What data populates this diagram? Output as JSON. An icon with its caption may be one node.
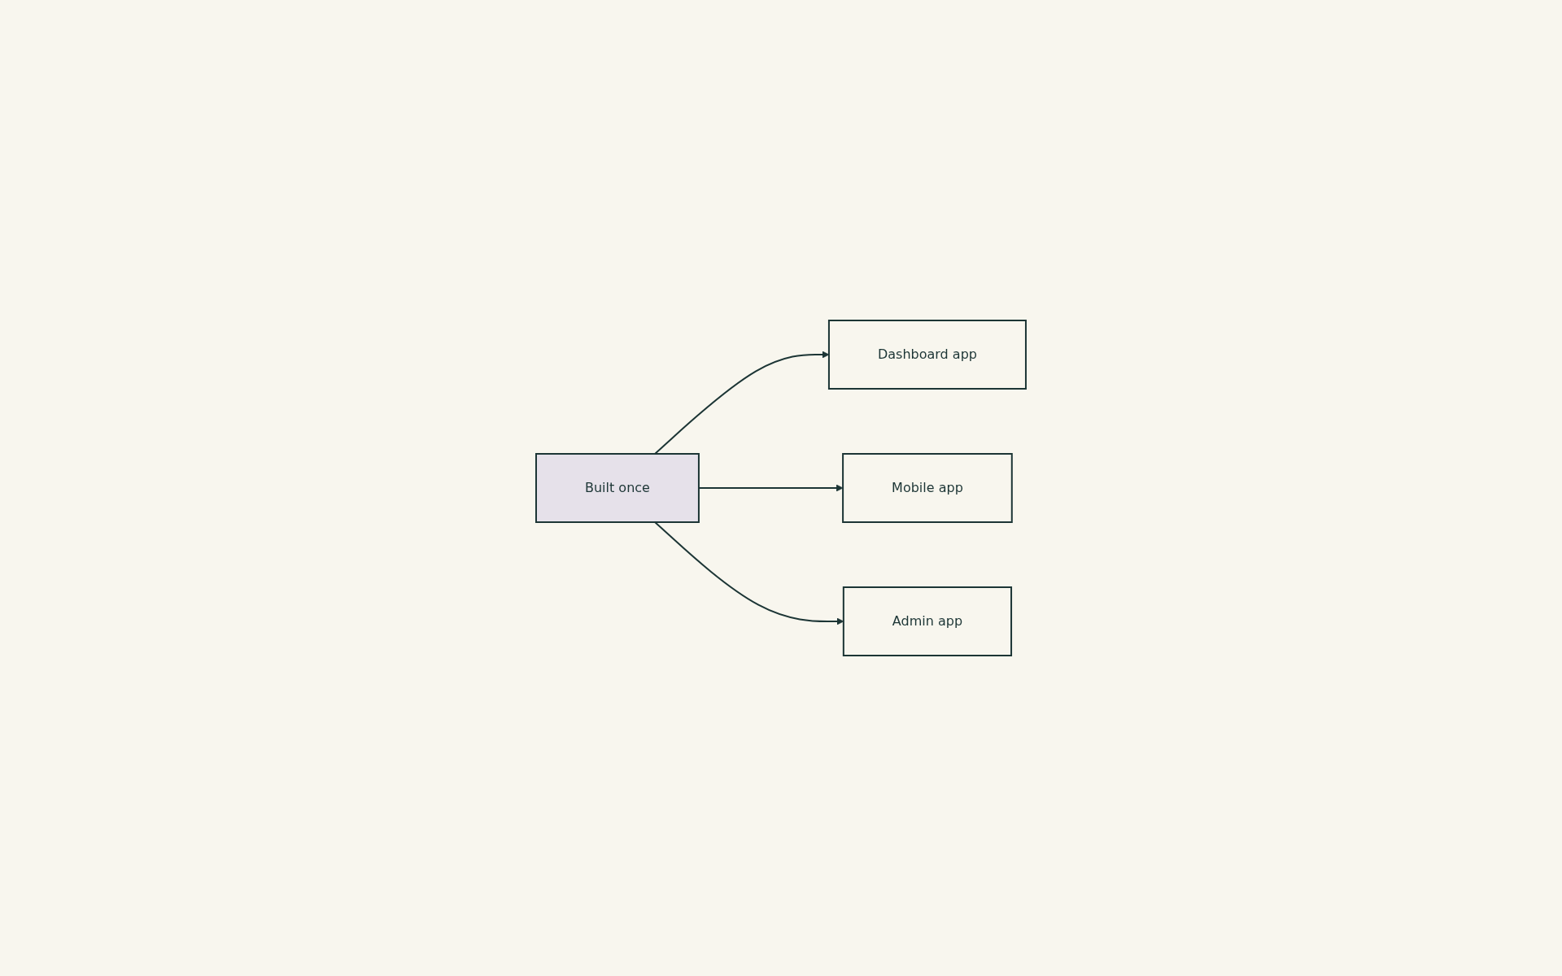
{
  "diagram": {
    "nodes": [
      {
        "text": [
          "Built once"
        ]
      },
      {
        "text": [
          "Dashboard app"
        ]
      },
      {
        "text": [
          "Admin app"
        ]
      },
      {
        "text": [
          "Mobile app"
        ]
      }
    ],
    "edges": [
      {
        "from": 0,
        "to": 1,
        "arrow": "to"
      },
      {
        "from": 0,
        "to": 3,
        "arrow": "to"
      },
      {
        "from": 0,
        "to": 2,
        "arrow": "to"
      }
    ]
  }
}
